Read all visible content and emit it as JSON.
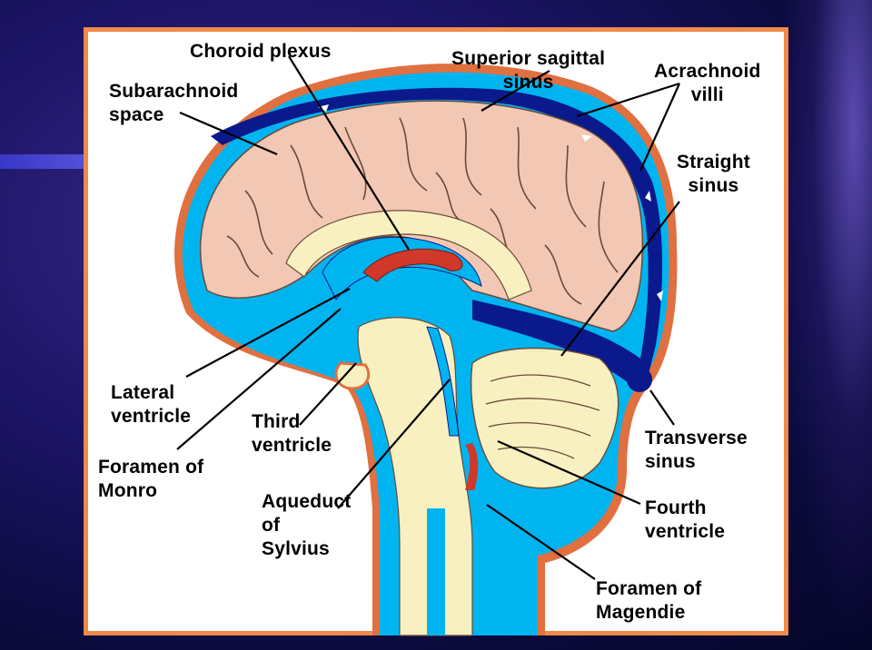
{
  "labels": {
    "choroid_plexus": "Choroid plexus",
    "superior_sagittal_sinus": "Superior sagittal\nsinus",
    "acrachnoid_villi": "Acrachnoid\nvilli",
    "subarachnoid_space": "Subarachnoid\nspace",
    "straight_sinus": "Straight\nsinus",
    "lateral_ventricle": "Lateral\nventricle",
    "third_ventricle": "Third\nventricle",
    "foramen_of_monro": "Foramen of\nMonro",
    "aqueduct_of_sylvius": "Aqueduct\nof\nSylvius",
    "transverse_sinus": "Transverse\nsinus",
    "fourth_ventricle": "Fourth\nventricle",
    "foramen_of_magendie": "Foramen of\nMagendie"
  },
  "colors": {
    "frame_border": "#f08a4a",
    "dura": "#e07040",
    "csf": "#00b4f0",
    "sinus": "#0a1a8c",
    "brain": "#f2c8b4",
    "white_matter": "#f8f0c0",
    "choroid": "#d0382a"
  }
}
